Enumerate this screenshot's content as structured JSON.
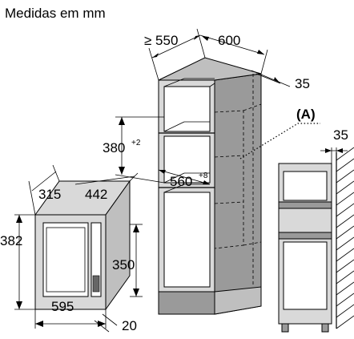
{
  "title": "Medidas em mm",
  "cabinet": {
    "depth": "≥ 550",
    "width": "600",
    "gap": "35",
    "niche_height": "380",
    "niche_height_tol": "+2",
    "niche_width": "560",
    "niche_width_tol": "+8"
  },
  "microwave": {
    "depth": "315",
    "width_top": "442",
    "height": "382",
    "inner_height": "350",
    "width_front": "595",
    "frame": "20"
  },
  "detail": {
    "callout": "(A)",
    "gap": "35"
  }
}
